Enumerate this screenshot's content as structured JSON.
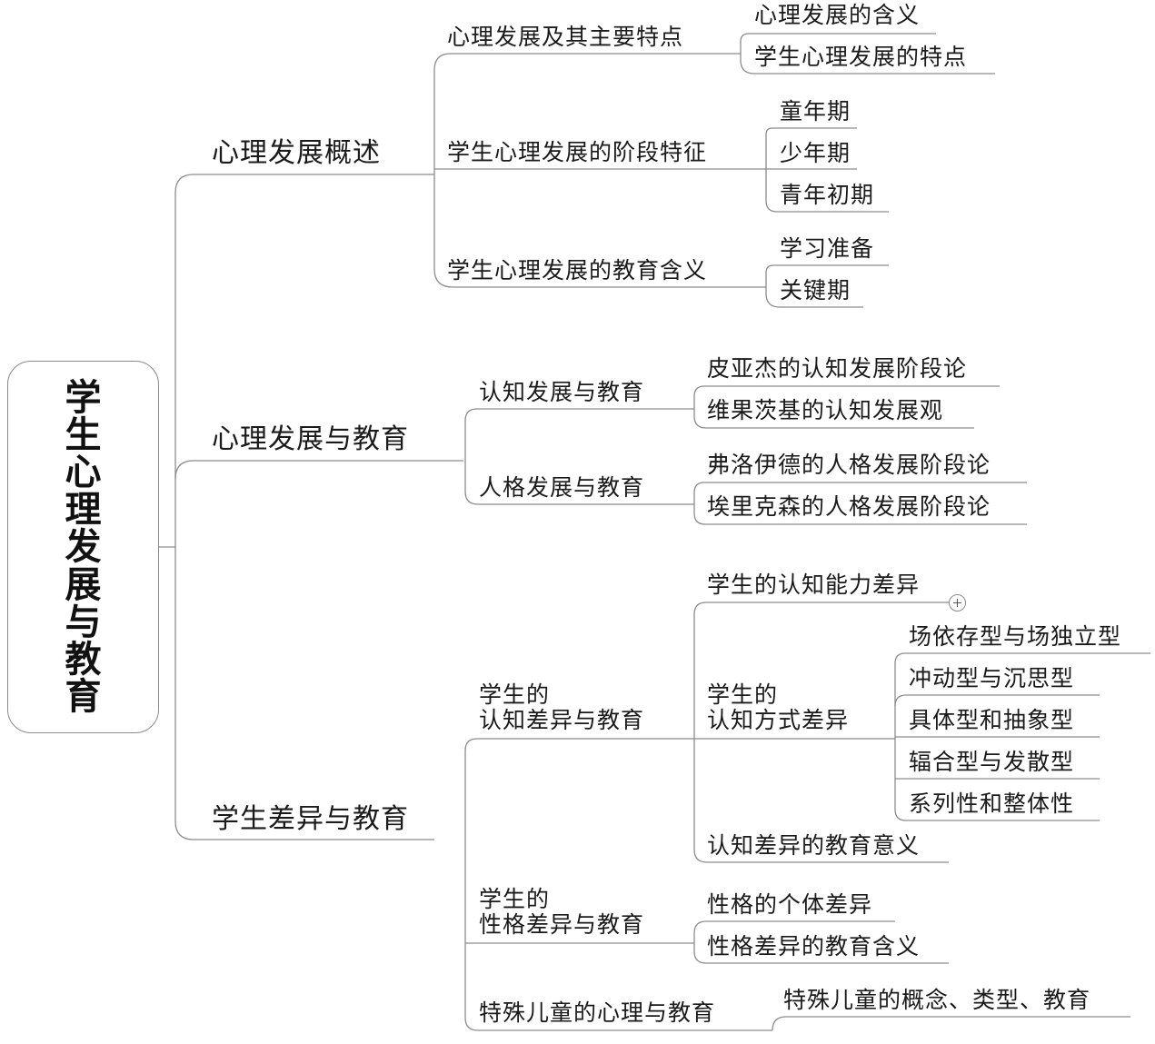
{
  "root": "学生心理发展与教育",
  "branches": {
    "b1": "心理发展概述",
    "b1_1": "心理发展及其主要特点",
    "b1_1_1": "心理发展的含义",
    "b1_1_2": "学生心理发展的特点",
    "b1_2": "学生心理发展的阶段特征",
    "b1_2_1": "童年期",
    "b1_2_2": "少年期",
    "b1_2_3": "青年初期",
    "b1_3": "学生心理发展的教育含义",
    "b1_3_1": "学习准备",
    "b1_3_2": "关键期",
    "b2": "心理发展与教育",
    "b2_1": "认知发展与教育",
    "b2_1_1": "皮亚杰的认知发展阶段论",
    "b2_1_2": "维果茨基的认知发展观",
    "b2_2": "人格发展与教育",
    "b2_2_1": "弗洛伊德的人格发展阶段论",
    "b2_2_2": "埃里克森的人格发展阶段论",
    "b3": "学生差异与教育",
    "b3_1_line1": "学生的",
    "b3_1_line2": "认知差异与教育",
    "b3_1_1": "学生的认知能力差异",
    "b3_1_2_line1": "学生的",
    "b3_1_2_line2": "认知方式差异",
    "b3_1_2_1": "场依存型与场独立型",
    "b3_1_2_2": "冲动型与沉思型",
    "b3_1_2_3": "具体型和抽象型",
    "b3_1_2_4": "辐合型与发散型",
    "b3_1_2_5": "系列性和整体性",
    "b3_1_3": "认知差异的教育意义",
    "b3_2_line1": "学生的",
    "b3_2_line2": "性格差异与教育",
    "b3_2_1": "性格的个体差异",
    "b3_2_2": "性格差异的教育含义",
    "b3_3": "特殊儿童的心理与教育",
    "b3_3_1": "特殊儿童的概念、类型、教育"
  },
  "colors": {
    "line": "#8c8c8c",
    "text": "#1a1a1a",
    "root_border": "#8a8a8a"
  },
  "icons": {
    "expand": "plus-circle-icon"
  }
}
